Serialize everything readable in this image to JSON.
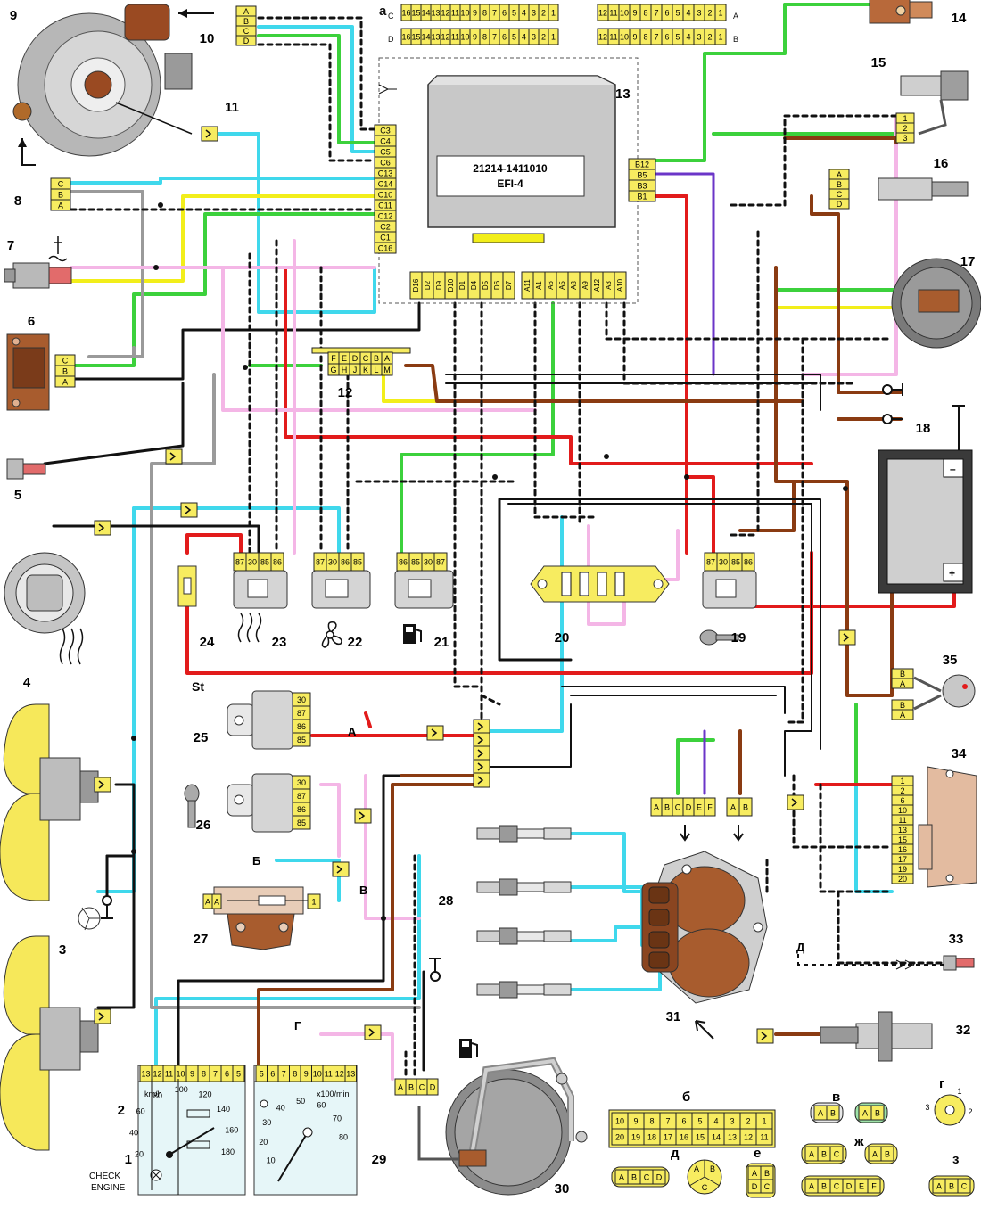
{
  "ecu": {
    "part_number": "21214-1411010",
    "system": "EFI-4"
  },
  "callouts": [
    "1",
    "2",
    "3",
    "4",
    "5",
    "6",
    "7",
    "8",
    "9",
    "10",
    "11",
    "12",
    "13",
    "14",
    "15",
    "16",
    "17",
    "18",
    "19",
    "20",
    "21",
    "22",
    "23",
    "24",
    "25",
    "26",
    "27",
    "28",
    "29",
    "30",
    "31",
    "32",
    "33",
    "34",
    "35"
  ],
  "letters": {
    "a": "а",
    "b": "б",
    "v": "в",
    "g": "г",
    "d": "д",
    "e": "е",
    "zh": "ж",
    "z": "з",
    "A": "А",
    "B": "Б",
    "V": "В",
    "G": "Г",
    "D": "Д",
    "St": "St"
  },
  "check_engine": [
    "CHECK",
    "ENGINE"
  ],
  "gauges": {
    "speed_unit": "km/h",
    "speed_ticks": [
      "20",
      "40",
      "60",
      "80",
      "100",
      "120",
      "140",
      "160",
      "180"
    ],
    "tach_unit": "x100/min",
    "tach_ticks": [
      "10",
      "20",
      "30",
      "40",
      "50",
      "60",
      "70",
      "80"
    ],
    "speedo_pins": [
      "13",
      "12",
      "11",
      "10",
      "9",
      "8",
      "7",
      "6",
      "5"
    ],
    "tacho_pins": [
      "5",
      "6",
      "7",
      "8",
      "9",
      "10",
      "11",
      "12",
      "13"
    ]
  },
  "connector_a": {
    "row_c": [
      "16",
      "15",
      "14",
      "13",
      "12",
      "11",
      "10",
      "9",
      "8",
      "7",
      "6",
      "5",
      "4",
      "3",
      "2",
      "1"
    ],
    "row_d": [
      "16",
      "15",
      "14",
      "13",
      "12",
      "11",
      "10",
      "9",
      "8",
      "7",
      "6",
      "5",
      "4",
      "3",
      "2",
      "1"
    ],
    "row_a": [
      "12",
      "11",
      "10",
      "9",
      "8",
      "7",
      "6",
      "5",
      "4",
      "3",
      "2",
      "1"
    ],
    "row_b": [
      "12",
      "11",
      "10",
      "9",
      "8",
      "7",
      "6",
      "5",
      "4",
      "3",
      "2",
      "1"
    ],
    "label_c": "C",
    "label_d": "D",
    "label_a": "A",
    "label_b": "B"
  },
  "connector_b": {
    "top": [
      "10",
      "9",
      "8",
      "7",
      "6",
      "5",
      "4",
      "3",
      "2",
      "1"
    ],
    "bottom": [
      "20",
      "19",
      "18",
      "17",
      "16",
      "15",
      "14",
      "13",
      "12",
      "11"
    ]
  },
  "ecu_pins": {
    "c_side": [
      "C3",
      "C4",
      "C5",
      "C6",
      "C13",
      "C14",
      "C10",
      "C11",
      "C12",
      "C2",
      "C1",
      "C16"
    ],
    "b_side": [
      "B12",
      "B5",
      "B3",
      "B1"
    ],
    "d_bottom": [
      "D16",
      "D2",
      "D9",
      "D10",
      "D1",
      "D4",
      "D5",
      "D6",
      "D7"
    ],
    "a_bottom": [
      "A11",
      "A1",
      "A6",
      "A5",
      "A8",
      "A9",
      "A12",
      "A3",
      "A10"
    ]
  },
  "plug_12": {
    "top": [
      "F",
      "E",
      "D",
      "C",
      "B",
      "A"
    ],
    "bottom": [
      "G",
      "H",
      "J",
      "K",
      "L",
      "M"
    ]
  },
  "plug_34_pins": [
    "1",
    "2",
    "6",
    "10",
    "11",
    "13",
    "15",
    "16",
    "17",
    "19",
    "20"
  ],
  "relay_pins": {
    "r23": [
      "87",
      "30",
      "85",
      "86"
    ],
    "r22": [
      "87",
      "30",
      "86",
      "85"
    ],
    "r21": [
      "86",
      "85",
      "30",
      "87"
    ],
    "r19": [
      "87",
      "30",
      "85",
      "86"
    ],
    "r25": [
      "30",
      "87",
      "86",
      "85"
    ],
    "r26": [
      "30",
      "87",
      "86",
      "85"
    ]
  },
  "small_plugs": {
    "p10": [
      "A",
      "B",
      "C",
      "D"
    ],
    "p8": [
      "C",
      "B",
      "A"
    ],
    "p6": [
      "C",
      "B",
      "A"
    ],
    "p15": [
      "1",
      "2",
      "3"
    ],
    "p16": [
      "A",
      "B",
      "C",
      "D"
    ],
    "p35a": [
      "B",
      "A"
    ],
    "p35b": [
      "B",
      "A"
    ],
    "p27": [
      "A",
      "A",
      "1"
    ],
    "p31a": [
      "A",
      "B",
      "C",
      "D",
      "E",
      "F"
    ],
    "p31b": [
      "A",
      "B"
    ],
    "p30": [
      "A",
      "B",
      "C",
      "D"
    ],
    "k_v": [
      "A",
      "B"
    ],
    "k_g": [
      "1",
      "2",
      "3"
    ],
    "k_d1": [
      "A",
      "B",
      "C",
      "D"
    ],
    "k_d2": [
      "A",
      "B",
      "C"
    ],
    "k_e": [
      "A",
      "B",
      "D",
      "C"
    ],
    "k_zh1": [
      "A",
      "B",
      "C"
    ],
    "k_zh2": [
      "A",
      "B"
    ],
    "k_zh3": [
      "A",
      "B",
      "C",
      "D",
      "E",
      "F"
    ],
    "k_z": [
      "A",
      "B",
      "C"
    ]
  },
  "colors": {
    "red": "#e21b1b",
    "green": "#3cd13c",
    "cyan": "#3fd8ec",
    "yellow": "#f2ee1a",
    "pink": "#f4b6e6",
    "brown": "#8a3b12",
    "black": "#111111",
    "gray": "#9a9a9a",
    "violet": "#6b35c8",
    "connector": "#f7ec60",
    "fan_yellow": "#f6e85a"
  }
}
